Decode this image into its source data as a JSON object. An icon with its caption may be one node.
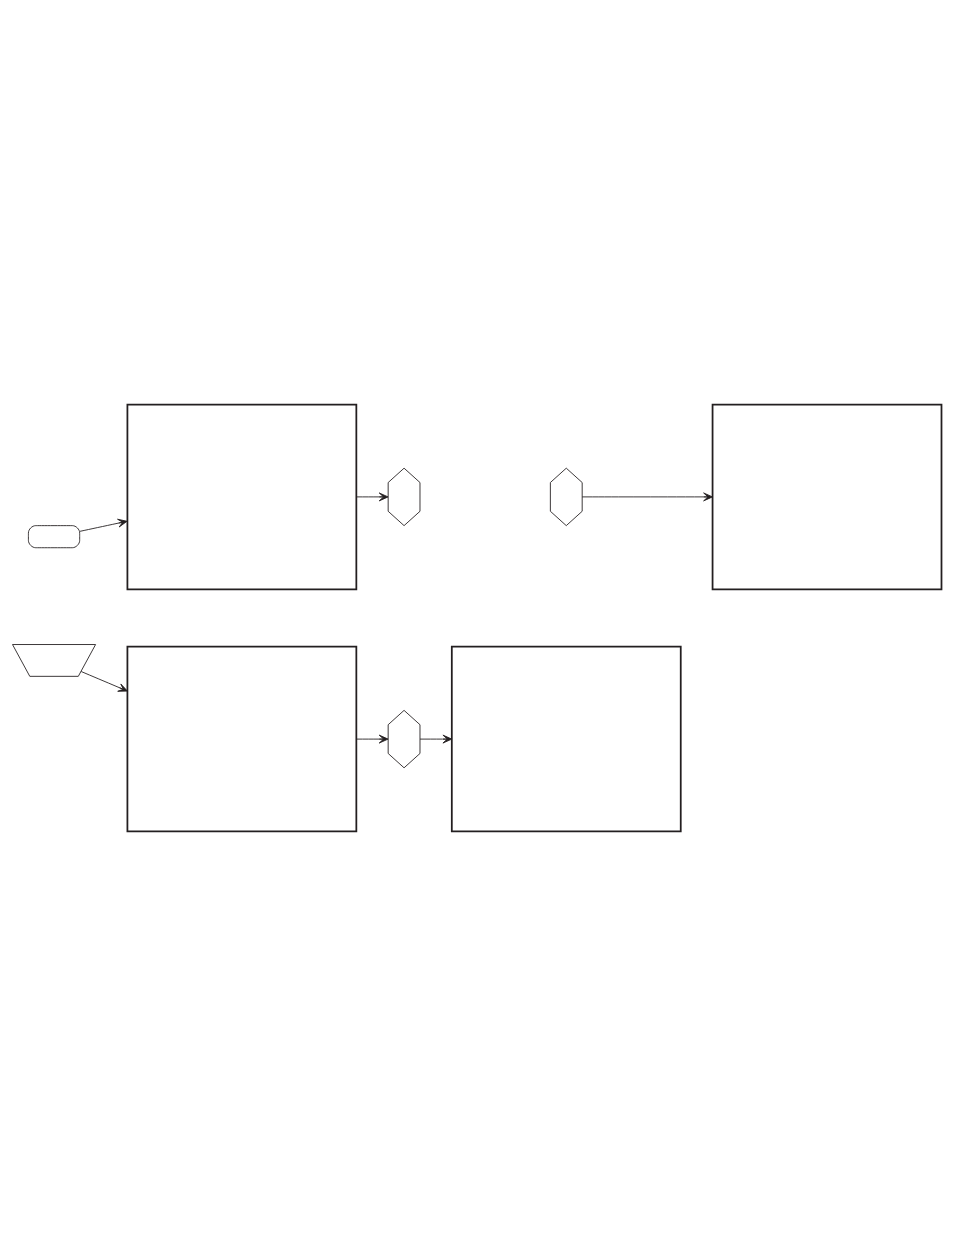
{
  "diagram": {
    "nodes": [
      {
        "text": [],
        "shape": "button"
      },
      {
        "text": [],
        "shape": "screen"
      },
      {
        "text": [],
        "shape": "key"
      },
      {
        "text": [],
        "shape": "key"
      },
      {
        "text": [],
        "shape": "screen"
      },
      {
        "text": [],
        "shape": "trapezium"
      },
      {
        "text": [],
        "shape": "screen"
      },
      {
        "text": [],
        "shape": "key"
      },
      {
        "text": [],
        "shape": "screen"
      }
    ],
    "edges": [
      {
        "from": 0,
        "to": 1,
        "arrow": "to"
      },
      {
        "from": 1,
        "to": 2,
        "arrow": "to"
      },
      {
        "from": 3,
        "to": 4,
        "arrow": "to"
      },
      {
        "from": 5,
        "to": 6,
        "arrow": "to"
      },
      {
        "from": 6,
        "to": 7,
        "arrow": "to"
      },
      {
        "from": 7,
        "to": 8,
        "arrow": "to"
      }
    ]
  }
}
